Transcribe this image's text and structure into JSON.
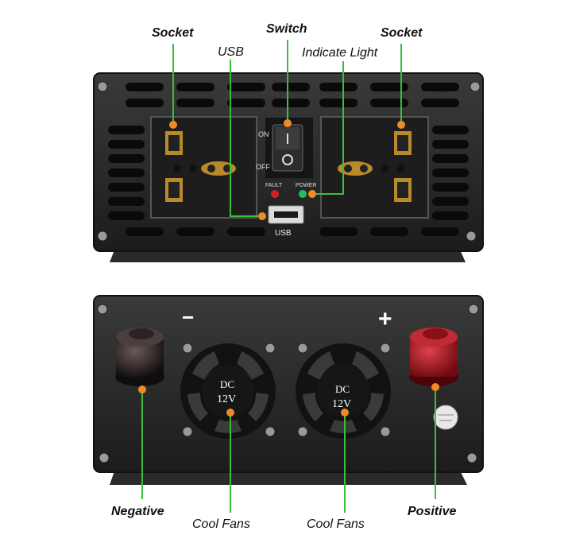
{
  "callouts": {
    "socket_left": "Socket",
    "switch": "Switch",
    "socket_right": "Socket",
    "usb": "USB",
    "indicate_light": "Indicate Light",
    "negative": "Negative",
    "cool_fans_left": "Cool Fans",
    "cool_fans_right": "Cool Fans",
    "positive": "Positive"
  },
  "panel_labels": {
    "switch_on": "ON",
    "switch_off": "OFF",
    "fault": "FAULT",
    "power": "POWER",
    "usb_port": "USB",
    "minus": "−",
    "plus": "+",
    "fan_left_line1": "DC",
    "fan_left_line2": "12V",
    "fan_right_line1": "DC",
    "fan_right_line2": "12V"
  },
  "colors": {
    "leader_line": "#3bbf3b",
    "marker": "#f08a24",
    "housing": "#262626",
    "negative_knob": "#2a2424",
    "positive_knob": "#b0141c",
    "fault_led": "#d42020",
    "power_led": "#20c060"
  }
}
